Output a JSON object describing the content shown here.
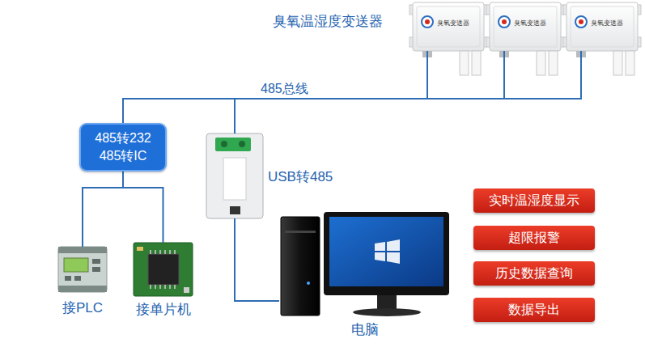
{
  "diagram": {
    "nodes": [
      {
        "text": [
          "臭氧变送器"
        ]
      },
      {
        "text": [
          "臭氧变送器"
        ]
      },
      {
        "text": [
          "臭氧变送器"
        ]
      },
      {
        "text": [
          "485转232",
          "485转IC"
        ]
      },
      {
        "text": [
          "USB转485"
        ]
      },
      {
        "text": [
          "接PLC"
        ]
      },
      {
        "text": [
          "接单片机"
        ]
      },
      {
        "text": [
          "电脑"
        ]
      },
      {
        "text": [
          "实时温湿度显示"
        ]
      },
      {
        "text": [
          "超限报警"
        ]
      },
      {
        "text": [
          "历史数据查询"
        ]
      },
      {
        "text": [
          "数据导出"
        ]
      }
    ],
    "edges": [
      {
        "from": 0,
        "to": 3,
        "arrow": "none"
      },
      {
        "from": 1,
        "to": 3,
        "arrow": "none"
      },
      {
        "from": 2,
        "to": 3,
        "arrow": "none"
      },
      {
        "from": 0,
        "to": 4,
        "arrow": "none"
      },
      {
        "from": 1,
        "to": 4,
        "arrow": "none"
      },
      {
        "from": 2,
        "to": 4,
        "arrow": "none"
      },
      {
        "from": 3,
        "to": 5,
        "arrow": "none"
      },
      {
        "from": 3,
        "to": 6,
        "arrow": "none"
      },
      {
        "from": 4,
        "to": 7,
        "arrow": "none"
      }
    ],
    "labels": [
      "臭氧温湿度变送器",
      "485总线"
    ]
  }
}
